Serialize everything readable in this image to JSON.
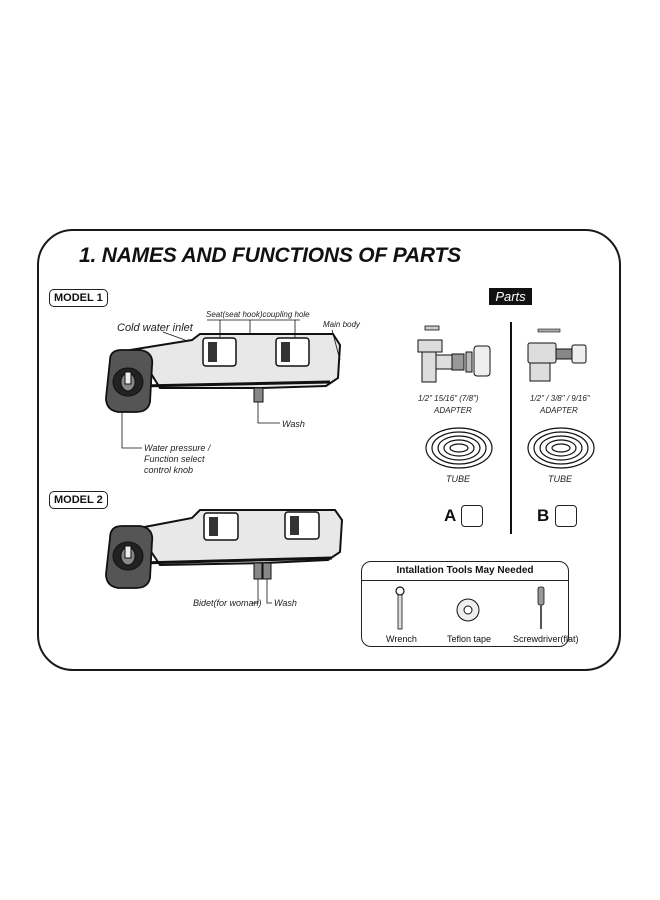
{
  "title": "1. NAMES AND FUNCTIONS OF PARTS",
  "model1": {
    "tag": "MODEL 1",
    "cold_water_inlet": "Cold water inlet",
    "seat_label": "Seat(seat hook)coupling hole",
    "main_body": "Main body",
    "wash": "Wash",
    "knob_label": "Water pressure /\nFunction select\ncontrol knob"
  },
  "model2": {
    "tag": "MODEL 2",
    "bidet": "Bidet(for woman)",
    "wash": "Wash"
  },
  "parts": {
    "tag": "Parts",
    "a": {
      "sizes": "1/2\"   15/16\"   (7/8\")",
      "adapter": "ADAPTER",
      "tube": "TUBE",
      "letter": "A"
    },
    "b": {
      "sizes": "1/2\" / 3/8\" / 9/16\"",
      "adapter": "ADAPTER",
      "tube": "TUBE",
      "letter": "B"
    }
  },
  "tools": {
    "title": "Intallation Tools May Needed",
    "wrench": "Wrench",
    "tape": "Teflon tape",
    "screwdriver": "Screwdriver(flat)"
  },
  "icons": [
    "wrench-icon",
    "tape-icon",
    "screwdriver-icon"
  ]
}
